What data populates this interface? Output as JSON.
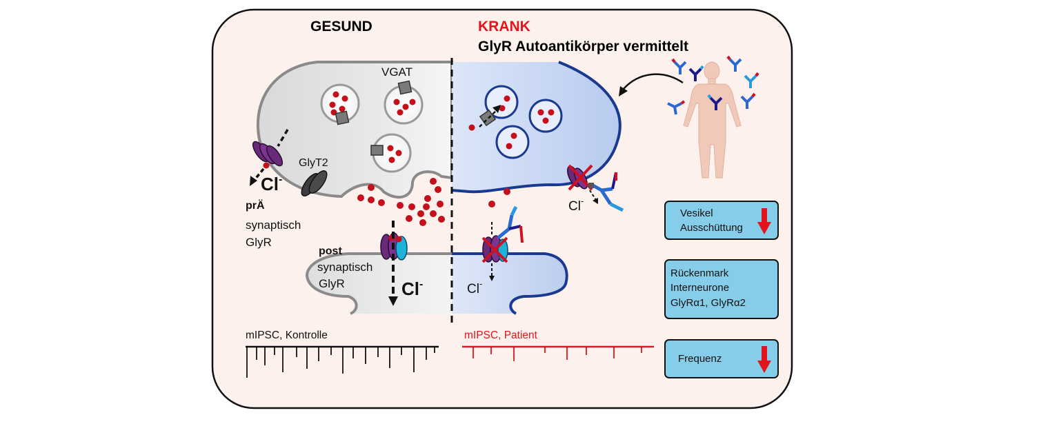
{
  "headers": {
    "healthy": "GESUND",
    "sick": "KRANK",
    "sick_subtitle": "GlyR Autoantikörper vermittelt"
  },
  "labels": {
    "vgat": "VGAT",
    "glyt2": "GlyT2",
    "chloride": "Cl",
    "chloride_charge": "-",
    "pre_bold": "prÄ",
    "pre_line2": "synaptisch",
    "pre_line3": "GlyR",
    "post_bold": "post",
    "post_line2": "synaptisch",
    "post_line3": "GlyR"
  },
  "traces": {
    "control_label": "mIPSC, Kontrolle",
    "patient_label": "mIPSC, Patient"
  },
  "info_boxes": {
    "vesicle_line1": "Vesikel",
    "vesicle_line2": "Ausschüttung",
    "spinal_line1": "Rückenmark",
    "spinal_line2": "Interneurone",
    "spinal_line3": "GlyRα1, GlyRα2",
    "frequency": "Frequenz"
  },
  "colors": {
    "healthy_header": "#000000",
    "sick_header": "#e3141b",
    "patient_trace": "#e3141b",
    "sick_membrane": "#1a3a8f",
    "info_box_fill": "#86cdea",
    "glycine_dot": "#c3101a",
    "panel_fill": "#fcf1ec"
  }
}
